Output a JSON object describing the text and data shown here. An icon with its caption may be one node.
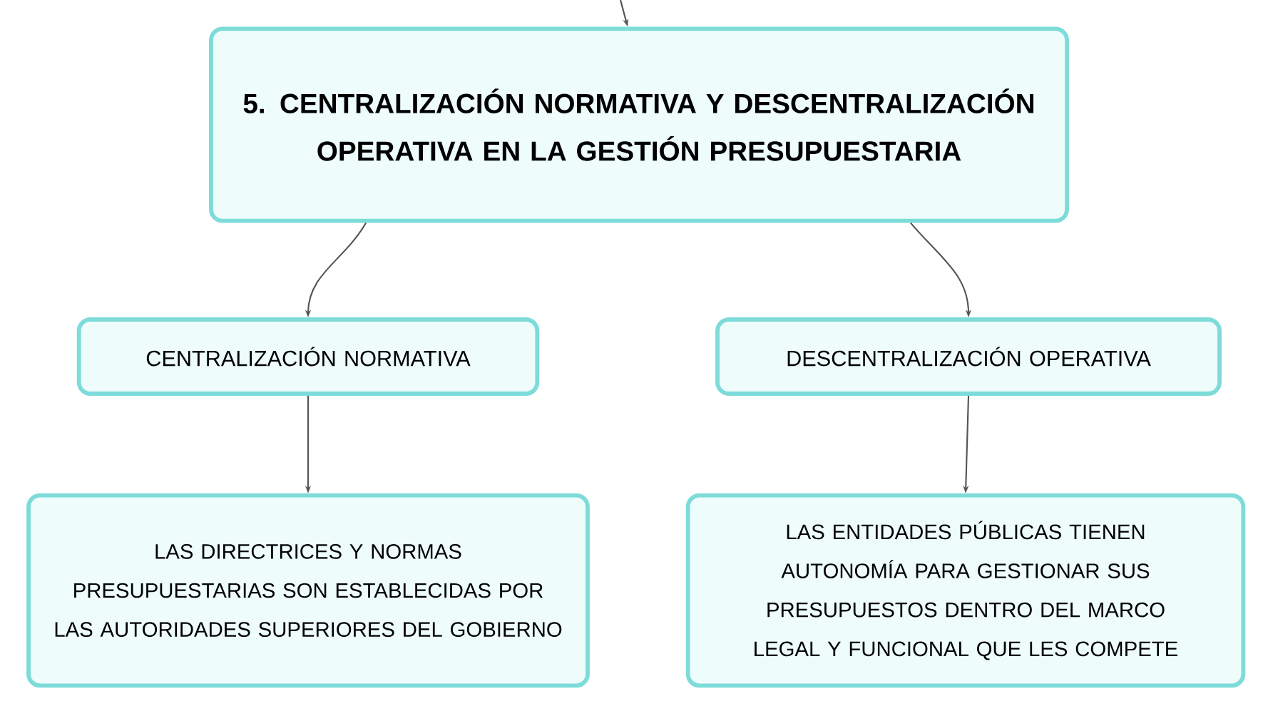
{
  "diagram": {
    "nodes": [
      {
        "text": [
          "5. CENTRALIZACIÓN NORMATIVA Y DESCENTRALIZACIÓN OPERATIVA EN LA GESTIÓN PRESUPUESTARIA"
        ]
      },
      {
        "text": [
          "CENTRALIZACIÓN NORMATIVA"
        ]
      },
      {
        "text": [
          "DESCENTRALIZACIÓN OPERATIVA"
        ]
      },
      {
        "text": [
          "LAS DIRECTRICES Y NORMAS PRESUPUESTARIAS SON ESTABLECIDAS POR LAS AUTORIDADES SUPERIORES DEL GOBIERNO"
        ]
      },
      {
        "text": [
          "LAS ENTIDADES PÚBLICAS TIENEN AUTONOMÍA PARA GESTIONAR SUS PRESUPUESTOS DENTRO DEL MARCO LEGAL Y FUNCIONAL QUE LES COMPETE"
        ]
      }
    ],
    "edges": [
      {
        "from": null,
        "to": 0,
        "arrow": "to"
      },
      {
        "from": 0,
        "to": 1,
        "arrow": "to"
      },
      {
        "from": 0,
        "to": 2,
        "arrow": "to"
      },
      {
        "from": 1,
        "to": 3,
        "arrow": "to"
      },
      {
        "from": 2,
        "to": 4,
        "arrow": "to"
      }
    ]
  }
}
